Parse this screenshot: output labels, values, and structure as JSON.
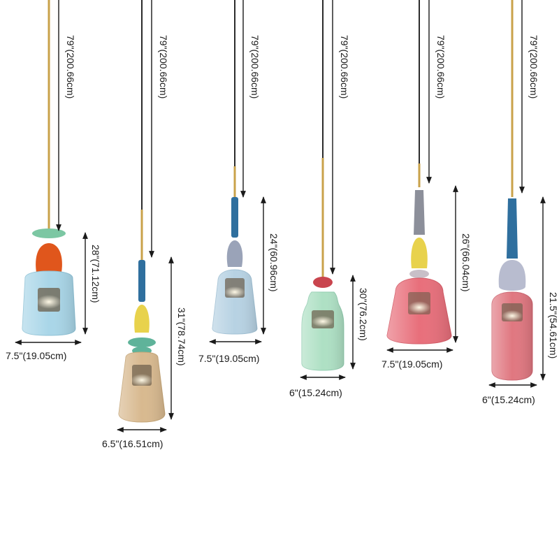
{
  "colors": {
    "background": "#ffffff",
    "text": "#1a1a1a",
    "cord": "#2b2b2b",
    "brass": "#c9a24a"
  },
  "lamps": [
    {
      "id": "lamp-1",
      "cord_label": "79\"(200.66cm)",
      "height_label": "28\"(71.12cm)",
      "width_label": "7.5\"(19.05cm)",
      "shade_color": "#a9d6e8",
      "accent_colors": [
        "#e0561c",
        "#7cc7a3"
      ]
    },
    {
      "id": "lamp-2",
      "cord_label": "79\"(200.66cm)",
      "height_label": "31\"(78.74cm)",
      "width_label": "6.5\"(16.51cm)",
      "shade_color": "#d8b98f",
      "accent_colors": [
        "#e8d24c",
        "#5fb39a",
        "#2f6f9e"
      ]
    },
    {
      "id": "lamp-3",
      "cord_label": "79\"(200.66cm)",
      "height_label": "24\"(60.96cm)",
      "width_label": "7.5\"(19.05cm)",
      "shade_color": "#b7d2e3",
      "accent_colors": [
        "#9aa3b8",
        "#2f6f9e"
      ]
    },
    {
      "id": "lamp-4",
      "cord_label": "79\"(200.66cm)",
      "height_label": "30\"(76.2cm)",
      "width_label": "6\"(15.24cm)",
      "shade_color": "#aee0c4",
      "accent_colors": [
        "#c9454e"
      ]
    },
    {
      "id": "lamp-5",
      "cord_label": "79\"(200.66cm)",
      "height_label": "26\"(66.04cm)",
      "width_label": "7.5\"(19.05cm)",
      "shade_color": "#e86f7b",
      "accent_colors": [
        "#e8d24c",
        "#8c8f9a"
      ]
    },
    {
      "id": "lamp-6",
      "cord_label": "79\"(200.66cm)",
      "height_label": "21.5\"(54.61cm)",
      "width_label": "6\"(15.24cm)",
      "shade_color": "#e07780",
      "accent_colors": [
        "#b8bccf",
        "#2f6f9e"
      ]
    }
  ]
}
